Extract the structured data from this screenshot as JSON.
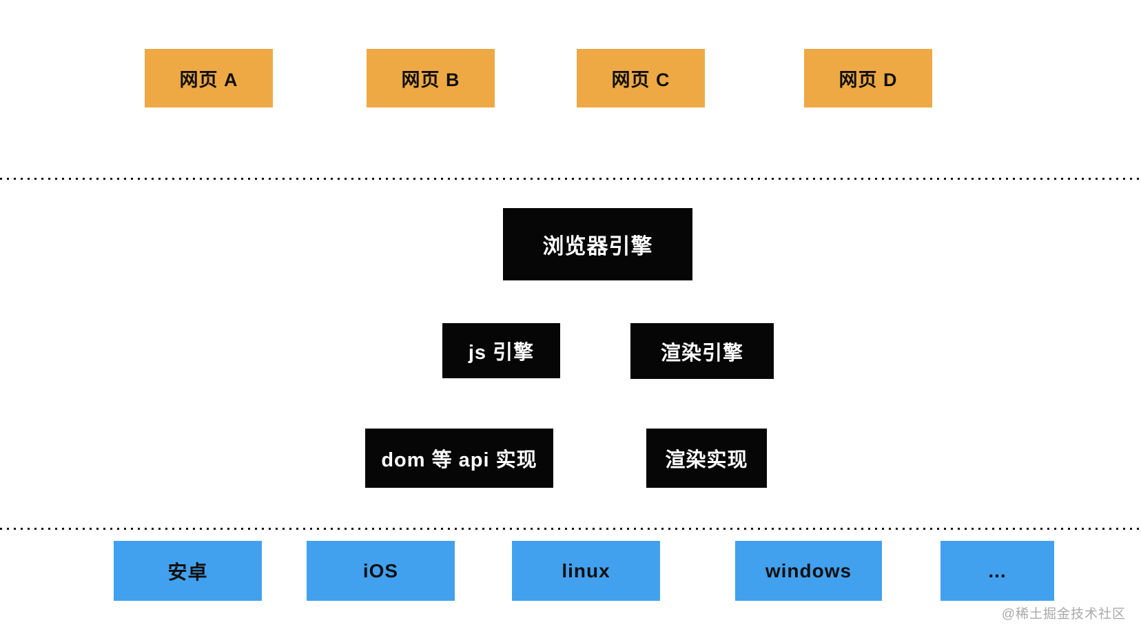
{
  "diagram": {
    "title_hint": "browser architecture layers",
    "web_page_layer": {
      "items": [
        {
          "label": "网页 A"
        },
        {
          "label": "网页 B"
        },
        {
          "label": "网页 C"
        },
        {
          "label": "网页 D"
        }
      ]
    },
    "engine_layer": {
      "browser_engine": "浏览器引擎",
      "js_engine": "js 引擎",
      "render_engine": "渲染引擎",
      "dom_api_impl": "dom 等 api 实现",
      "render_impl": "渲染实现"
    },
    "platform_layer": {
      "items": [
        {
          "label": "安卓"
        },
        {
          "label": "iOS"
        },
        {
          "label": "linux"
        },
        {
          "label": "windows"
        },
        {
          "label": "..."
        }
      ]
    }
  },
  "watermark": "@稀土掘金技术社区",
  "colors": {
    "background": "#ffffff",
    "web_page_box": "#efa944",
    "engine_box": "#060606",
    "engine_box_text": "#ffffff",
    "platform_box": "#42a1ee",
    "box_text": "#101010",
    "dotted_divider": "#111111",
    "watermark_text": "#a9a9a9"
  }
}
